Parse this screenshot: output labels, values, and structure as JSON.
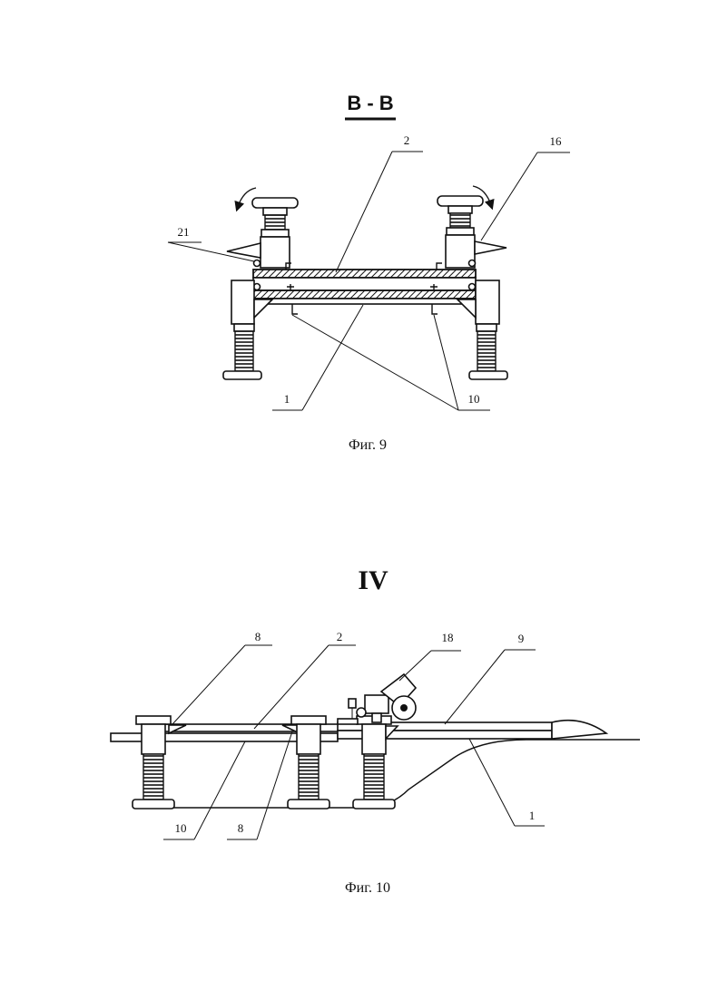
{
  "figure9": {
    "section_label": "B - B",
    "caption": "Фиг. 9",
    "labels": {
      "l2": "2",
      "l16": "16",
      "l21": "21",
      "l1": "1",
      "l10": "10"
    }
  },
  "figure10": {
    "section_label": "IV",
    "caption": "Фиг. 10",
    "labels": {
      "l8a": "8",
      "l2": "2",
      "l18": "18",
      "l9": "9",
      "l10": "10",
      "l8b": "8",
      "l1": "1"
    }
  }
}
